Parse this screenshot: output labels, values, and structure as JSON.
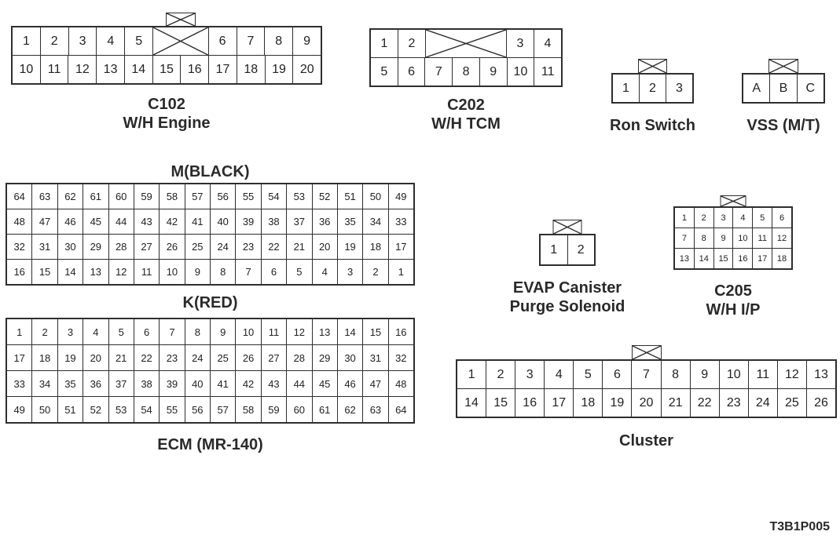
{
  "page": {
    "code": "T3B1P005"
  },
  "colors": {
    "line": "#2e2e2e",
    "text": "#222222",
    "background": "#ffffff"
  },
  "connectors": [
    {
      "id": "C102",
      "label_lines": [
        "C102",
        "W/H Engine"
      ],
      "key_tab": true,
      "rows": [
        [
          1,
          2,
          3,
          4,
          5,
          {
            "x": true,
            "span": 2
          },
          6,
          7,
          8,
          9
        ],
        [
          10,
          11,
          12,
          13,
          14,
          15,
          16,
          17,
          18,
          19,
          20
        ]
      ]
    },
    {
      "id": "C202",
      "label_lines": [
        "C202",
        "W/H TCM"
      ],
      "key_tab": false,
      "rows": [
        [
          1,
          2,
          {
            "x": true,
            "span": 3
          },
          3,
          4
        ],
        [
          5,
          6,
          7,
          8,
          9,
          10,
          11
        ]
      ]
    },
    {
      "id": "Ron Switch",
      "label_lines": [
        "Ron Switch"
      ],
      "key_tab": true,
      "rows": [
        [
          1,
          2,
          3
        ]
      ]
    },
    {
      "id": "VSS (M/T)",
      "label_lines": [
        "VSS (M/T)"
      ],
      "key_tab": true,
      "rows": [
        [
          "A",
          "B",
          "C"
        ]
      ]
    },
    {
      "id": "ECM M connector",
      "label_lines": [
        "M(BLACK)"
      ],
      "key_tab": false,
      "rows": [
        [
          64,
          63,
          62,
          61,
          60,
          59,
          58,
          57,
          56,
          55,
          54,
          53,
          52,
          51,
          50,
          49
        ],
        [
          48,
          47,
          46,
          45,
          44,
          43,
          42,
          41,
          40,
          39,
          38,
          37,
          36,
          35,
          34,
          33
        ],
        [
          32,
          31,
          30,
          29,
          28,
          27,
          26,
          25,
          24,
          23,
          22,
          21,
          20,
          19,
          18,
          17
        ],
        [
          16,
          15,
          14,
          13,
          12,
          11,
          10,
          9,
          8,
          7,
          6,
          5,
          4,
          3,
          2,
          1
        ]
      ]
    },
    {
      "id": "ECM K connector",
      "label_lines": [
        "K(RED)"
      ],
      "bottom_label": "ECM (MR-140)",
      "key_tab": false,
      "rows": [
        [
          1,
          2,
          3,
          4,
          5,
          6,
          7,
          8,
          9,
          10,
          11,
          12,
          13,
          14,
          15,
          16
        ],
        [
          17,
          18,
          19,
          20,
          21,
          22,
          23,
          24,
          25,
          26,
          27,
          28,
          29,
          30,
          31,
          32
        ],
        [
          33,
          34,
          35,
          36,
          37,
          38,
          39,
          40,
          41,
          42,
          43,
          44,
          45,
          46,
          47,
          48
        ],
        [
          49,
          50,
          51,
          52,
          53,
          54,
          55,
          56,
          57,
          58,
          59,
          60,
          61,
          62,
          63,
          64
        ]
      ]
    },
    {
      "id": "EVAP Canister Purge Solenoid",
      "label_lines": [
        "EVAP Canister",
        "Purge Solenoid"
      ],
      "key_tab": true,
      "rows": [
        [
          1,
          2
        ]
      ]
    },
    {
      "id": "C205",
      "label_lines": [
        "C205",
        "W/H I/P"
      ],
      "key_tab": true,
      "rows": [
        [
          1,
          2,
          3,
          4,
          5,
          6
        ],
        [
          7,
          8,
          9,
          10,
          11,
          12
        ],
        [
          13,
          14,
          15,
          16,
          17,
          18
        ]
      ]
    },
    {
      "id": "Cluster",
      "label_lines": [
        "Cluster"
      ],
      "key_tab": true,
      "rows": [
        [
          1,
          2,
          3,
          4,
          5,
          6,
          7,
          8,
          9,
          10,
          11,
          12,
          13
        ],
        [
          14,
          15,
          16,
          17,
          18,
          19,
          20,
          21,
          22,
          23,
          24,
          25,
          26
        ]
      ]
    }
  ]
}
